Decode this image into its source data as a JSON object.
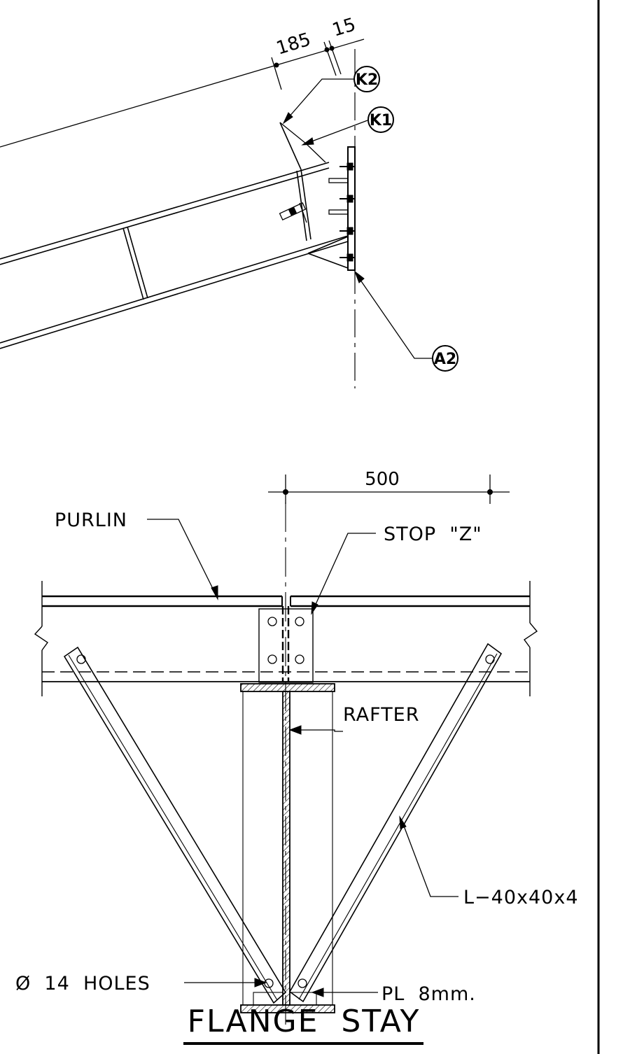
{
  "top_view": {
    "dimensions": {
      "offset": "185",
      "gap": "15"
    },
    "callouts": {
      "k2": "K2",
      "k1": "K1",
      "a2": "A2"
    }
  },
  "bottom_view": {
    "dimension": "500",
    "labels": {
      "purlin": "PURLIN",
      "stop_z": "STOP  \"Z\"",
      "rafter": "RAFTER",
      "angle": "L−40x40x4",
      "holes": "Ø  14  HOLES",
      "plate": "PL  8mm."
    },
    "title": "FLANGE  STAY"
  }
}
